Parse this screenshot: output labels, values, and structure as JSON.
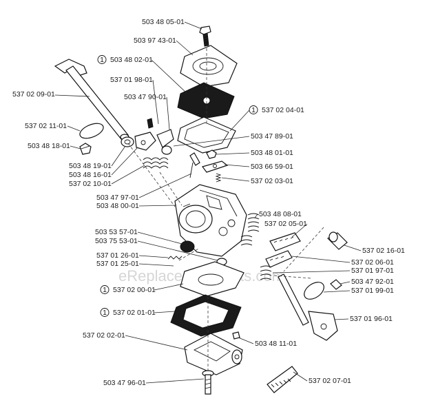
{
  "watermark": "eReplacementParts.com",
  "callouts": [
    {
      "id": "c01",
      "number": "503 48 05-01",
      "marker": ""
    },
    {
      "id": "c02",
      "number": "503 97 43-01",
      "marker": ""
    },
    {
      "id": "c03",
      "number": "503 48 02-01",
      "marker": "1"
    },
    {
      "id": "c04",
      "number": "537 01 98-01",
      "marker": ""
    },
    {
      "id": "c05",
      "number": "503 47 90-01",
      "marker": ""
    },
    {
      "id": "c06",
      "number": "537 02 09-01",
      "marker": ""
    },
    {
      "id": "c07",
      "number": "537 02 04-01",
      "marker": "1"
    },
    {
      "id": "c08",
      "number": "537 02 11-01",
      "marker": ""
    },
    {
      "id": "c09",
      "number": "503 47 89-01",
      "marker": ""
    },
    {
      "id": "c10",
      "number": "503 48 18-01",
      "marker": ""
    },
    {
      "id": "c11",
      "number": "503 48 01-01",
      "marker": ""
    },
    {
      "id": "c12",
      "number": "503 48 19-01",
      "marker": ""
    },
    {
      "id": "c13",
      "number": "503 48 16-01",
      "marker": ""
    },
    {
      "id": "c14",
      "number": "503 66 59-01",
      "marker": ""
    },
    {
      "id": "c15",
      "number": "537 02 10-01",
      "marker": ""
    },
    {
      "id": "c16",
      "number": "537 02 03-01",
      "marker": ""
    },
    {
      "id": "c17",
      "number": "503 47 97-01",
      "marker": ""
    },
    {
      "id": "c18",
      "number": "503 48 00-01",
      "marker": ""
    },
    {
      "id": "c19",
      "number": "503 48 08-01",
      "marker": ""
    },
    {
      "id": "c20",
      "number": "537 02 05-01",
      "marker": ""
    },
    {
      "id": "c21",
      "number": "503 53 57-01",
      "marker": ""
    },
    {
      "id": "c22",
      "number": "503 75 53-01",
      "marker": ""
    },
    {
      "id": "c23",
      "number": "537 02 16-01",
      "marker": ""
    },
    {
      "id": "c24",
      "number": "537 01 26-01",
      "marker": ""
    },
    {
      "id": "c25",
      "number": "537 01 25-01",
      "marker": ""
    },
    {
      "id": "c26",
      "number": "537 02 06-01",
      "marker": ""
    },
    {
      "id": "c27",
      "number": "537 01 97-01",
      "marker": ""
    },
    {
      "id": "c28",
      "number": "503 47 92-01",
      "marker": ""
    },
    {
      "id": "c29",
      "number": "537 01 99-01",
      "marker": ""
    },
    {
      "id": "c30",
      "number": "537 02 00-01",
      "marker": "1"
    },
    {
      "id": "c31",
      "number": "537 02 01-01",
      "marker": "1"
    },
    {
      "id": "c32",
      "number": "537 01 96-01",
      "marker": ""
    },
    {
      "id": "c33",
      "number": "537 02 02-01",
      "marker": ""
    },
    {
      "id": "c34",
      "number": "503 48 11-01",
      "marker": ""
    },
    {
      "id": "c35",
      "number": "503 47 96-01",
      "marker": ""
    },
    {
      "id": "c36",
      "number": "537 02 07-01",
      "marker": ""
    }
  ]
}
